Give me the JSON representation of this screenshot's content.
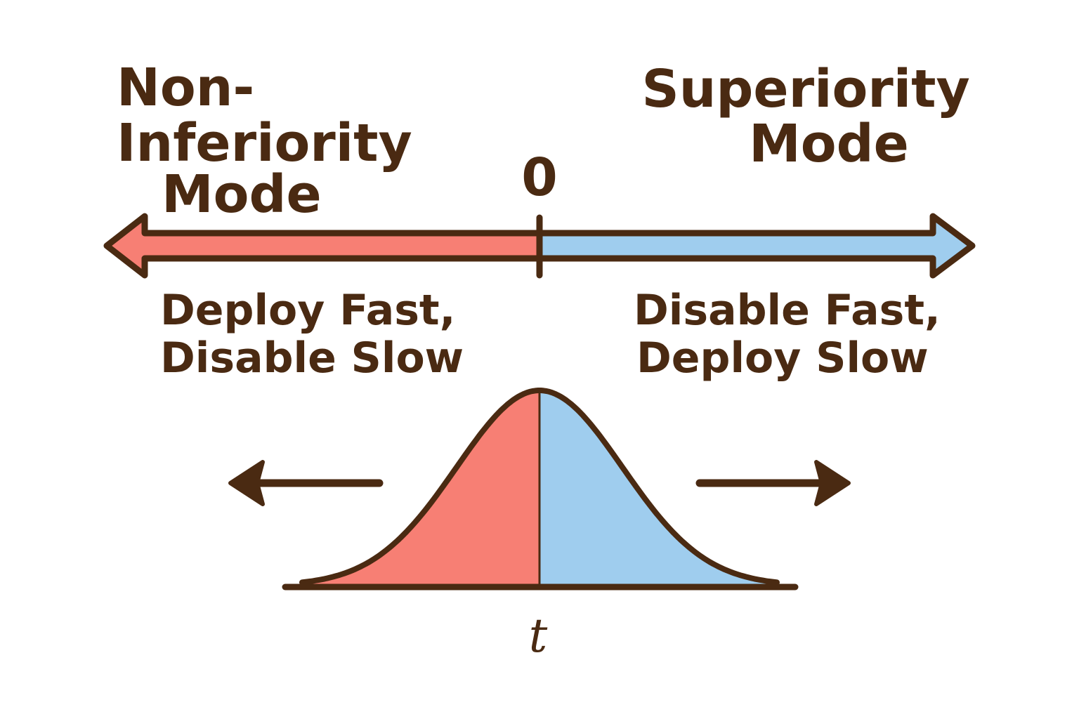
{
  "colors": {
    "outline": "#4a2a12",
    "left_fill": "#f77f74",
    "right_fill": "#9fcdee",
    "background": "#ffffff"
  },
  "left_mode": {
    "lines": [
      "Non-",
      "Inferiority",
      "Mode"
    ]
  },
  "right_mode": {
    "lines": [
      "Superiority",
      "Mode"
    ]
  },
  "axis": {
    "zero_label": "0"
  },
  "left_behavior": {
    "lines": [
      "Deploy Fast,",
      "Disable Slow"
    ]
  },
  "right_behavior": {
    "lines": [
      "Disable Fast,",
      "Deploy Slow"
    ]
  },
  "distribution": {
    "variable_label": "t"
  }
}
